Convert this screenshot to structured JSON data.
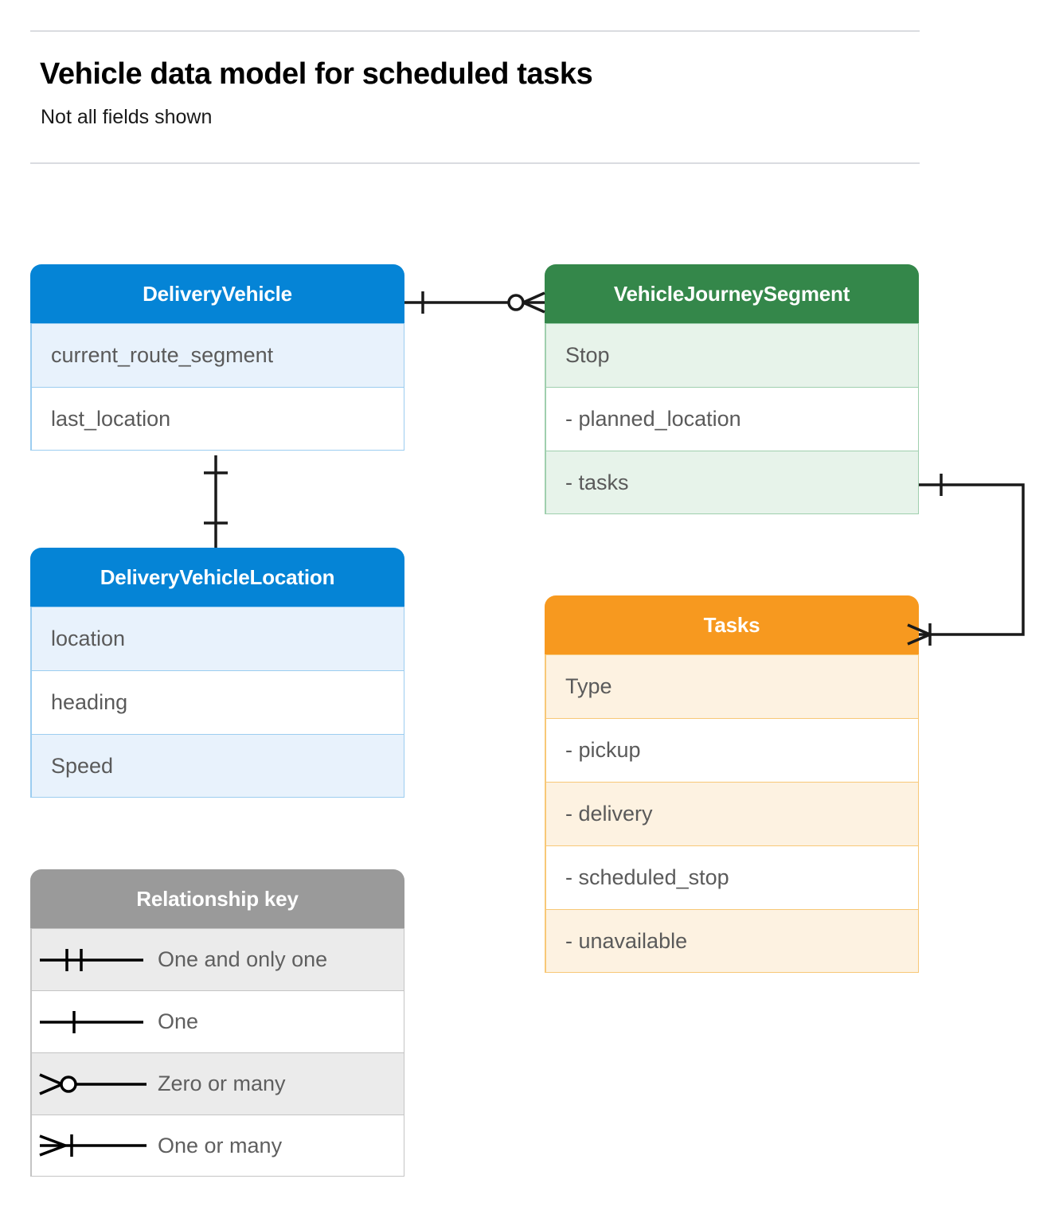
{
  "header": {
    "title": "Vehicle data model for scheduled tasks",
    "subtitle": "Not all fields shown"
  },
  "entities": [
    {
      "id": "delivery-vehicle",
      "name": "DeliveryVehicle",
      "color": "#0584d6",
      "rows": [
        "current_route_segment",
        "last_location"
      ]
    },
    {
      "id": "delivery-vehicle-location",
      "name": "DeliveryVehicleLocation",
      "color": "#0584d6",
      "rows": [
        "location",
        "heading",
        "Speed"
      ]
    },
    {
      "id": "journey-segment",
      "name": "VehicleJourneySegment",
      "color": "#34874a",
      "rows": [
        "Stop",
        "-  planned_location",
        "- tasks"
      ]
    },
    {
      "id": "tasks",
      "name": "Tasks",
      "color": "#f7991f",
      "rows": [
        "Type",
        "-  pickup",
        "-  delivery",
        "-  scheduled_stop",
        "-  unavailable"
      ]
    }
  ],
  "legend": {
    "title": "Relationship key",
    "color": "#9a9a9a",
    "items": [
      {
        "symbol": "one-and-only-one",
        "label": "One and only one"
      },
      {
        "symbol": "one",
        "label": "One"
      },
      {
        "symbol": "zero-or-many",
        "label": "Zero or many"
      },
      {
        "symbol": "one-or-many",
        "label": "One or many"
      }
    ]
  },
  "relationships": [
    {
      "id": "vehicle-to-journey-segment",
      "from": "DeliveryVehicle",
      "to": "VehicleJourneySegment",
      "from_cardinality": "One",
      "to_cardinality": "Zero or many"
    },
    {
      "id": "vehicle-to-vehicle-location",
      "from": "DeliveryVehicle",
      "to": "DeliveryVehicleLocation",
      "from_cardinality": "One",
      "to_cardinality": "One"
    },
    {
      "id": "journey-segment-tasks-to-tasks",
      "from": "VehicleJourneySegment",
      "to": "Tasks",
      "from_cardinality": "One",
      "to_cardinality": "One or many"
    }
  ]
}
